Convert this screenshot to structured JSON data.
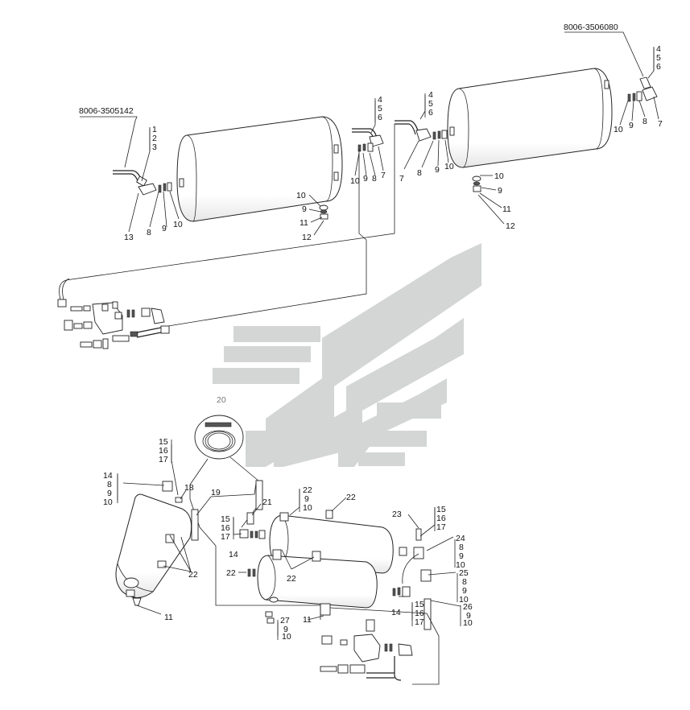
{
  "part_numbers": {
    "left_tank_hose": "8006-3505142",
    "right_tank_hose": "8006-3506080"
  },
  "labels": {
    "top_left_group": [
      "1",
      "2",
      "3"
    ],
    "t1_left_13": "13",
    "t1_left_8": "8",
    "t1_left_9": "9",
    "t1_left_10": "10",
    "t1_drain_10": "10",
    "t1_drain_9": "9",
    "t1_drain_11": "11",
    "t1_drain_12": "12",
    "t1_right_group": [
      "4",
      "5",
      "6"
    ],
    "t1_right_10": "10",
    "t1_right_9": "9",
    "t1_right_8": "8",
    "t1_right_7": "7",
    "t2_left_group": [
      "4",
      "5",
      "6"
    ],
    "t2_left_7": "7",
    "t2_left_8": "8",
    "t2_left_9": "9",
    "t2_left_10": "10",
    "t2_drain_10": "10",
    "t2_drain_9": "9",
    "t2_drain_11": "11",
    "t2_drain_12": "12",
    "t2_right_group": [
      "4",
      "5",
      "6"
    ],
    "t2_right_10": "10",
    "t2_right_9": "9",
    "t2_right_8": "8",
    "t2_right_7": "7",
    "detail_20": "20",
    "g_15_left": [
      "15",
      "16",
      "17"
    ],
    "g_14_left": [
      "14",
      "8",
      "9",
      "10"
    ],
    "l18": "18",
    "l19": "19",
    "l21": "21",
    "g_15_mid": [
      "15",
      "16",
      "17"
    ],
    "l14_mid": "14",
    "g_22_top": [
      "22",
      "9",
      "10"
    ],
    "l22_top_right": "22",
    "l22_tank_a": "22",
    "l22_mid": "22",
    "l22_side": "22",
    "l11_bottom": "11",
    "l23": "23",
    "g_15_right": [
      "15",
      "16",
      "17"
    ],
    "g_24": [
      "24",
      "8",
      "9",
      "10"
    ],
    "g_25": [
      "25",
      "8",
      "9",
      "10"
    ],
    "l14_right": "14",
    "g_15_right2": [
      "15",
      "16",
      "17"
    ],
    "g_26": [
      "26",
      "9",
      "10"
    ],
    "g_27": [
      "27",
      "9",
      "10"
    ],
    "l11_mid": "11"
  }
}
